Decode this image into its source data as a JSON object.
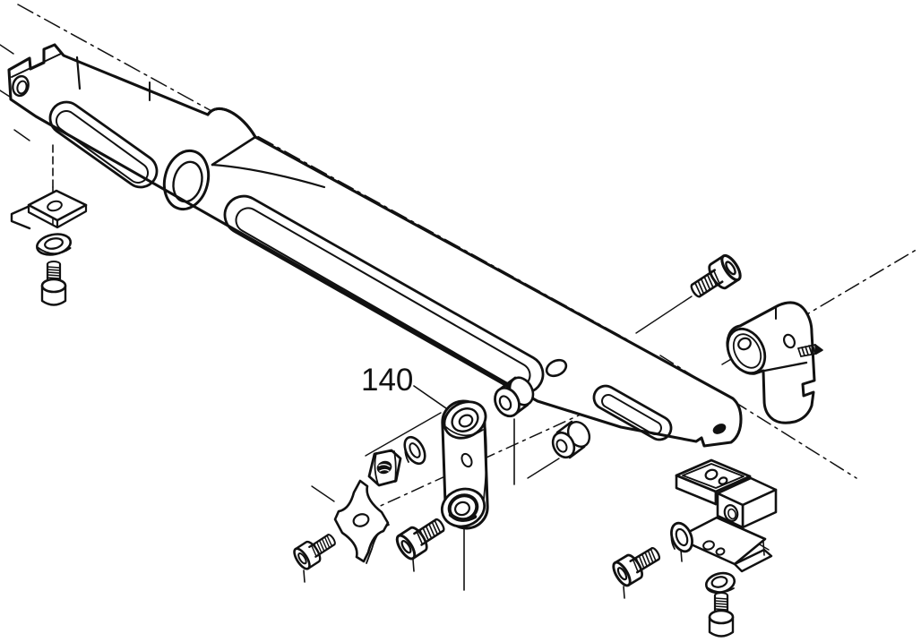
{
  "figure": {
    "label": "140",
    "kind": "exploded-parts-diagram"
  },
  "callout": {
    "label": "140",
    "points_to": "pivot-link"
  },
  "colors": {
    "line": "#111111",
    "background": "#ffffff"
  },
  "parts": [
    "main-arm",
    "arm-clip-plate",
    "washer-left",
    "screw-left",
    "pivot-link",
    "hex-nut",
    "washer-small",
    "spacer-bushing-1",
    "spacer-bushing-2",
    "scalloped-adapter-plate",
    "socket-screw-1",
    "socket-screw-2",
    "socket-screw-top-right",
    "cylinder-clamp",
    "set-screw",
    "clamp-block",
    "grommet-washer",
    "keyhole-bracket-plate",
    "socket-screw-bracket",
    "washer-bottom",
    "screw-bottom"
  ]
}
